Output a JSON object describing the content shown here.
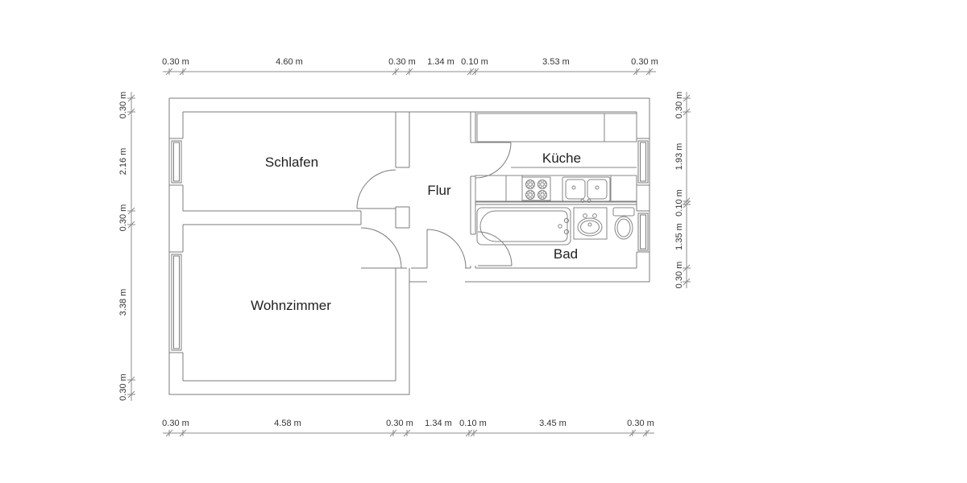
{
  "floor_plan": {
    "background": "#ffffff",
    "line_color": "#7b7b7b",
    "text_color": "#1f1f1f",
    "rooms": [
      {
        "name": "Schlafen"
      },
      {
        "name": "Flur"
      },
      {
        "name": "Küche"
      },
      {
        "name": "Bad"
      },
      {
        "name": "Wohnzimmer"
      }
    ],
    "dimensions": {
      "top": [
        "0.30 m",
        "4.60 m",
        "0.30 m",
        "1.34 m",
        "0.10 m",
        "3.53 m",
        "0.30 m"
      ],
      "bottom": [
        "0.30 m",
        "4.58 m",
        "0.30 m",
        "1.34 m",
        "0.10 m",
        "3.45 m",
        "0.30 m"
      ],
      "left": [
        "0.30 m",
        "2.16 m",
        "0.30 m",
        "3.38 m",
        "0.30 m"
      ],
      "right": [
        "0.30 m",
        "1.93 m",
        "0.10 m",
        "1.35 m",
        "0.30 m"
      ]
    },
    "fixtures": {
      "kitchen": [
        "cabinets",
        "stove",
        "double-sink",
        "counter"
      ],
      "bath": [
        "bathtub",
        "washbasin",
        "toilet"
      ]
    },
    "windows": [
      "schlafen-window",
      "wohnzimmer-window",
      "kueche-window",
      "bad-window"
    ],
    "doors": [
      "schlafen-door",
      "wohnzimmer-door",
      "kueche-door",
      "bad-door",
      "entrance-door"
    ]
  }
}
